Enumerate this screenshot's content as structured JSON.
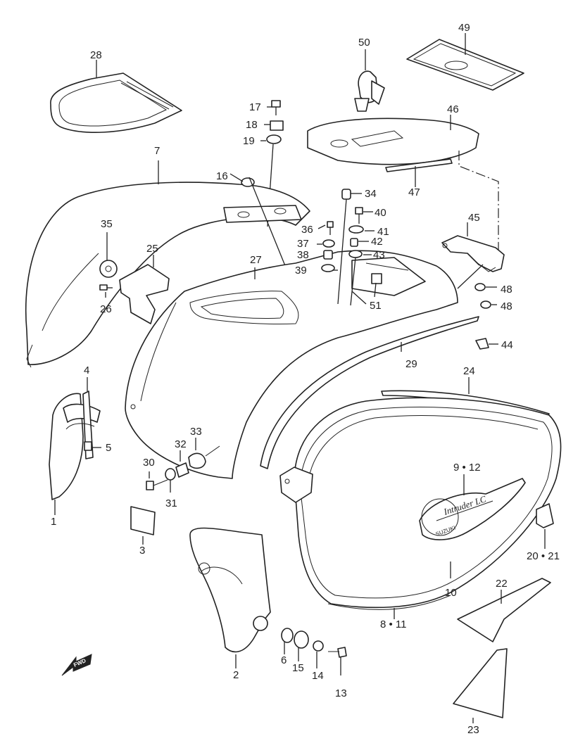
{
  "diagram": {
    "callouts": [
      {
        "id": "c1",
        "text": "1"
      },
      {
        "id": "c2",
        "text": "2"
      },
      {
        "id": "c3",
        "text": "3"
      },
      {
        "id": "c4",
        "text": "4"
      },
      {
        "id": "c5",
        "text": "5"
      },
      {
        "id": "c6",
        "text": "6"
      },
      {
        "id": "c7",
        "text": "7"
      },
      {
        "id": "c8-11",
        "text": "8 • 11"
      },
      {
        "id": "c9-12",
        "text": "9 • 12"
      },
      {
        "id": "c10",
        "text": "10"
      },
      {
        "id": "c13",
        "text": "13"
      },
      {
        "id": "c14",
        "text": "14"
      },
      {
        "id": "c15",
        "text": "15"
      },
      {
        "id": "c16",
        "text": "16"
      },
      {
        "id": "c17",
        "text": "17"
      },
      {
        "id": "c18",
        "text": "18"
      },
      {
        "id": "c19",
        "text": "19"
      },
      {
        "id": "c20-21",
        "text": "20 • 21"
      },
      {
        "id": "c22",
        "text": "22"
      },
      {
        "id": "c23",
        "text": "23"
      },
      {
        "id": "c24",
        "text": "24"
      },
      {
        "id": "c25",
        "text": "25"
      },
      {
        "id": "c26",
        "text": "26"
      },
      {
        "id": "c27",
        "text": "27"
      },
      {
        "id": "c28",
        "text": "28"
      },
      {
        "id": "c29",
        "text": "29"
      },
      {
        "id": "c30",
        "text": "30"
      },
      {
        "id": "c31",
        "text": "31"
      },
      {
        "id": "c32",
        "text": "32"
      },
      {
        "id": "c33",
        "text": "33"
      },
      {
        "id": "c34",
        "text": "34"
      },
      {
        "id": "c35",
        "text": "35"
      },
      {
        "id": "c36",
        "text": "36"
      },
      {
        "id": "c37",
        "text": "37"
      },
      {
        "id": "c38",
        "text": "38"
      },
      {
        "id": "c39",
        "text": "39"
      },
      {
        "id": "c40",
        "text": "40"
      },
      {
        "id": "c41",
        "text": "41"
      },
      {
        "id": "c42",
        "text": "42"
      },
      {
        "id": "c43",
        "text": "43"
      },
      {
        "id": "c44",
        "text": "44"
      },
      {
        "id": "c45",
        "text": "45"
      },
      {
        "id": "c46",
        "text": "46"
      },
      {
        "id": "c47",
        "text": "47"
      },
      {
        "id": "c48a",
        "text": "48"
      },
      {
        "id": "c48b",
        "text": "48"
      },
      {
        "id": "c49",
        "text": "49"
      },
      {
        "id": "c50",
        "text": "50"
      },
      {
        "id": "c51",
        "text": "51"
      }
    ],
    "fwd_arrow_text": "FWD",
    "emblem_text": {
      "script": "Intruder LC",
      "brand": "SUZUKI"
    },
    "colors": {
      "line": "#222222",
      "background": "#ffffff"
    }
  }
}
